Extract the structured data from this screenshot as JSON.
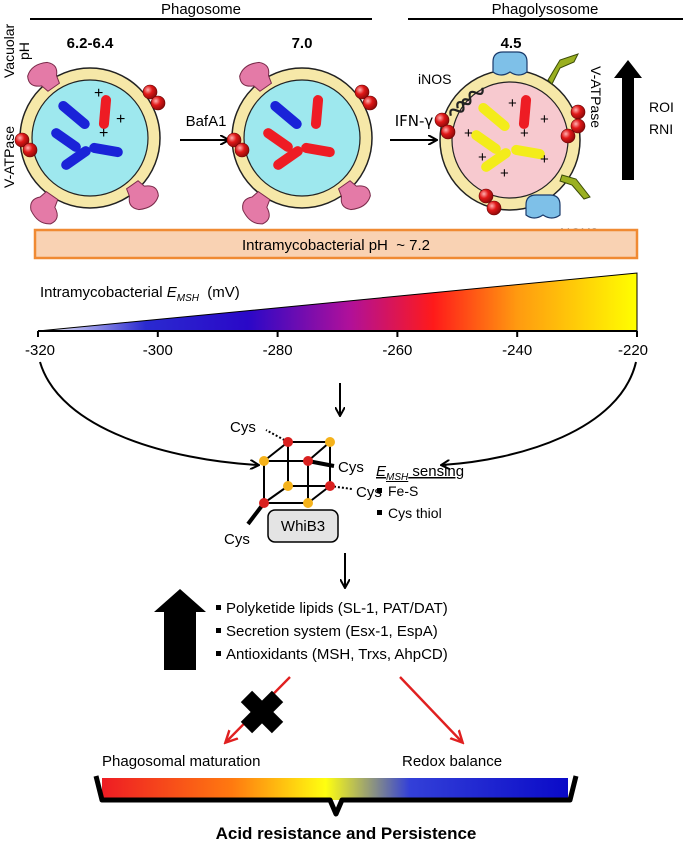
{
  "colors": {
    "vacuole_fill": "#9ee8ee",
    "phagolysosome_fill": "#f7c9cf",
    "membrane_ring": "#f6e8a8",
    "pump_pink": "#e47aa7",
    "bacilli_blue": "#1a23d8",
    "bacilli_red": "#ee1c24",
    "bacilli_yellow": "#f3ec1a",
    "ph_box_fill": "#f9d2b3",
    "ph_box_border": "#f08a33",
    "cluster_red": "#d9201f",
    "cluster_orange": "#f5b21a",
    "arrow_red": "#e02020"
  },
  "header": {
    "phagosome_label": "Phagosome",
    "phagolysosome_label": "Phagolysosome"
  },
  "left_axis": {
    "vacuolar_label": "Vacuolar",
    "ph_label": "pH",
    "v_atpase_label": "V-ATPase"
  },
  "vacuoles": [
    {
      "ph": "6.2-6.4"
    },
    {
      "ph": "7.0"
    },
    {
      "ph": "4.5"
    }
  ],
  "transitions": {
    "bafa1": "BafA1",
    "ifn_gamma": "IFN-γ"
  },
  "phagolysosome_labels": {
    "inos": "iNOS",
    "nox2": "NOX2",
    "v_atpase": "V-ATPase",
    "roi": "ROI",
    "rni": "RNI"
  },
  "ph_box": {
    "text": "Intramycobacterial pH  ~ 7.2"
  },
  "emsh": {
    "label_prefix": "Intramycobacterial ",
    "label_var": "E",
    "label_sub": "MSH",
    "label_unit": "  (mV)",
    "ticks": [
      "-320",
      "-300",
      "-280",
      "-260",
      "-240",
      "-220"
    ]
  },
  "whib3": {
    "name": "WhiB3",
    "cys_labels": [
      "Cys",
      "Cys",
      "Cys",
      "Cys"
    ],
    "sensing_var": "E",
    "sensing_sub": "MSH",
    "sensing_text": " sensing",
    "sensing_items": [
      "Fe-S",
      "Cys thiol"
    ]
  },
  "outputs": [
    "Polyketide lipids (SL-1, PAT/DAT)",
    "Secretion system (Esx-1, EspA)",
    "Antioxidants (MSH, Trxs, AhpCD)"
  ],
  "outcomes": {
    "left": "Phagosomal maturation",
    "right": "Redox balance"
  },
  "footer": {
    "title": "Acid resistance and Persistence"
  }
}
